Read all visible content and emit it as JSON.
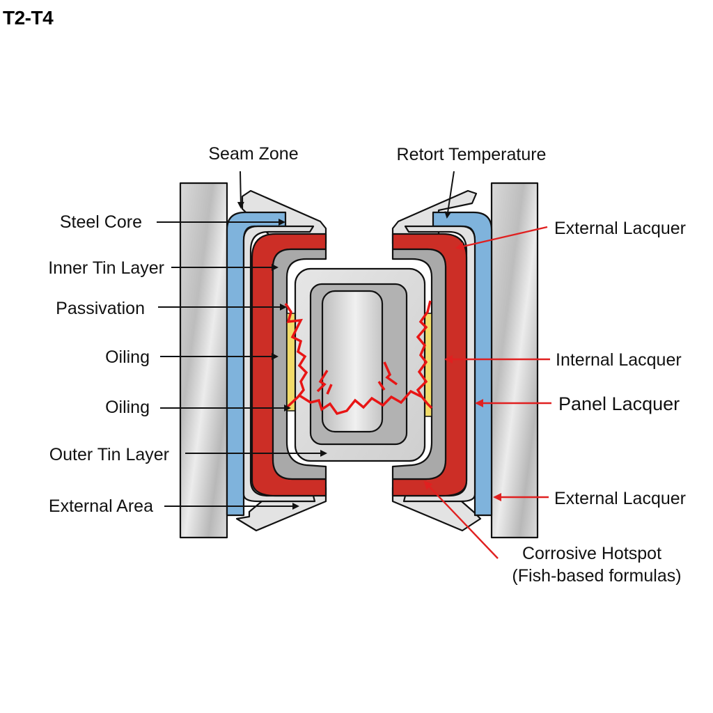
{
  "title": "T2-T4",
  "labels": {
    "top": [
      {
        "id": "seam-zone",
        "text": "Seam Zone"
      },
      {
        "id": "retort-temperature",
        "text": "Retort Temperature"
      }
    ],
    "left": [
      {
        "id": "steel-core",
        "text": "Steel Core"
      },
      {
        "id": "inner-tin-layer",
        "text": "Inner Tin Layer"
      },
      {
        "id": "passivation",
        "text": "Passivation"
      },
      {
        "id": "oiling-1",
        "text": "Oiling"
      },
      {
        "id": "oiling-2",
        "text": "Oiling"
      },
      {
        "id": "outer-tin-layer",
        "text": "Outer Tin Layer"
      },
      {
        "id": "external-area",
        "text": "External Area"
      }
    ],
    "right": [
      {
        "id": "external-lacquer-top",
        "text": "External Lacquer"
      },
      {
        "id": "internal-lacquer",
        "text": "Internal Lacquer"
      },
      {
        "id": "panel-lacquer",
        "text": "Panel Lacquer"
      },
      {
        "id": "external-lacquer-bottom",
        "text": "External Lacquer"
      }
    ],
    "hotspot": {
      "line1": "Corrosive Hotspot",
      "line2": "(Fish-based formulas)"
    }
  },
  "colors": {
    "steel": "#c8c8c8",
    "blue_layer": "#7fb3dc",
    "red_layer": "#cc2e26",
    "tin_gray": "#a9a9a9",
    "light_gray": "#e0e0e0",
    "oil_yellow": "#f2dc6a",
    "crack_red": "#e81515",
    "arrow_red": "#e02020",
    "arrow_black": "#111111"
  }
}
